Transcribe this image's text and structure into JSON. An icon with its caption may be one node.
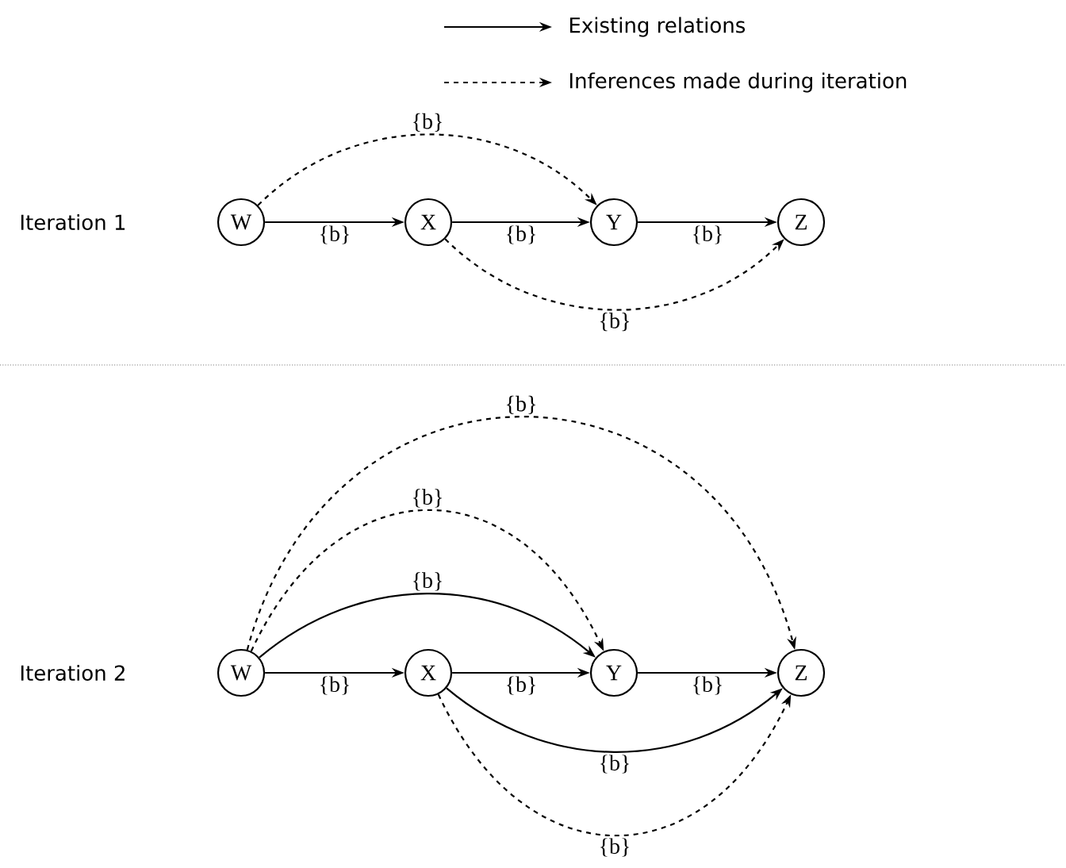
{
  "diagram": {
    "nodes": [
      {
        "text": [
          "W"
        ]
      },
      {
        "text": [
          "X"
        ]
      },
      {
        "text": [
          "Y"
        ]
      },
      {
        "text": [
          "Z"
        ]
      },
      {
        "text": [
          "W"
        ]
      },
      {
        "text": [
          "X"
        ]
      },
      {
        "text": [
          "Y"
        ]
      },
      {
        "text": [
          "Z"
        ]
      }
    ],
    "edges": [
      {
        "from": 0,
        "to": 2,
        "arrow": "to",
        "label": "{b}",
        "style": "dashed"
      },
      {
        "from": 0,
        "to": 1,
        "arrow": "to",
        "label": "{b}"
      },
      {
        "from": 1,
        "to": 2,
        "arrow": "to",
        "label": "{b}"
      },
      {
        "from": 2,
        "to": 3,
        "arrow": "to",
        "label": "{b}"
      },
      {
        "from": 1,
        "to": 3,
        "arrow": "to",
        "label": "{b}",
        "style": "dashed"
      },
      {
        "from": 4,
        "to": 7,
        "arrow": "to",
        "label": "{b}",
        "style": "dashed"
      },
      {
        "from": 4,
        "to": 6,
        "arrow": "to",
        "label": "{b}",
        "style": "dashed"
      },
      {
        "from": 4,
        "to": 6,
        "arrow": "to",
        "label": "{b}"
      },
      {
        "from": 4,
        "to": 5,
        "arrow": "to",
        "label": "{b}"
      },
      {
        "from": 5,
        "to": 6,
        "arrow": "to",
        "label": "{b}"
      },
      {
        "from": 6,
        "to": 7,
        "arrow": "to",
        "label": "{b}"
      },
      {
        "from": 5,
        "to": 7,
        "arrow": "to",
        "label": "{b}"
      },
      {
        "from": 5,
        "to": 7,
        "arrow": "to",
        "label": "{b}",
        "style": "dashed"
      }
    ],
    "labels": [
      "Iteration 1",
      "Iteration 2"
    ],
    "legend": [
      {
        "text": "Existing relations"
      },
      {
        "text": "Inferences made during iteration"
      }
    ]
  }
}
